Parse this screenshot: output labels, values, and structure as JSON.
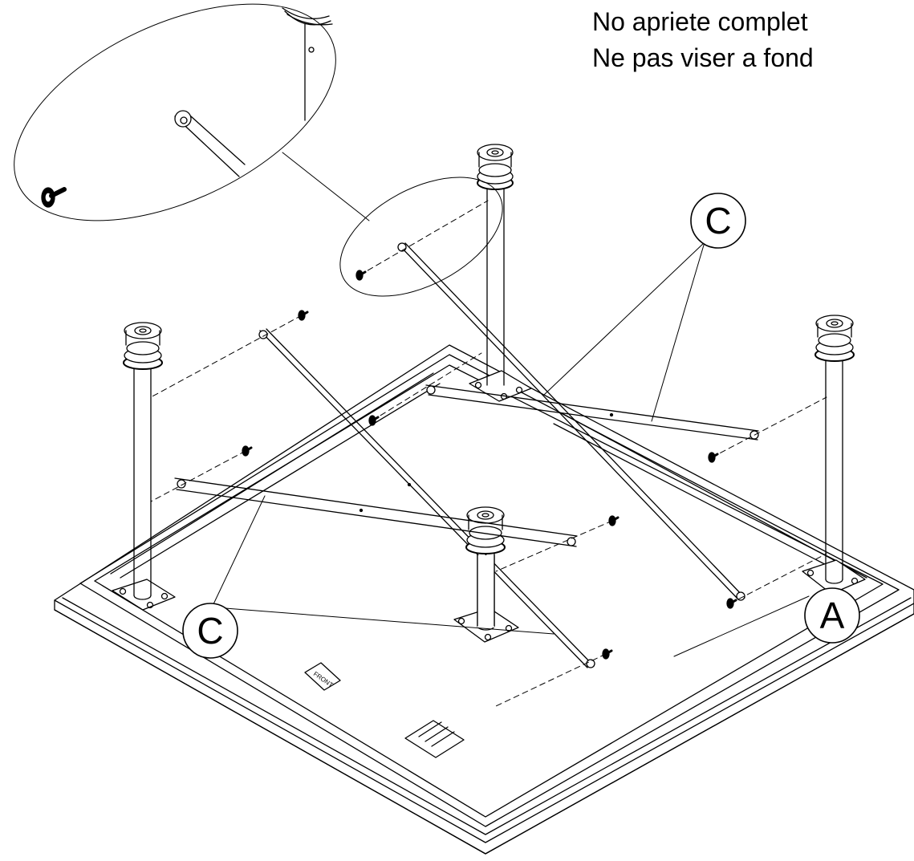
{
  "instructions": {
    "line1": "No apriete complet",
    "line2": "Ne pas viser a fond"
  },
  "callouts": {
    "legs_top": "C",
    "legs_bottom": "C",
    "tabletop": "A"
  },
  "tabletop_label": "FRONT"
}
